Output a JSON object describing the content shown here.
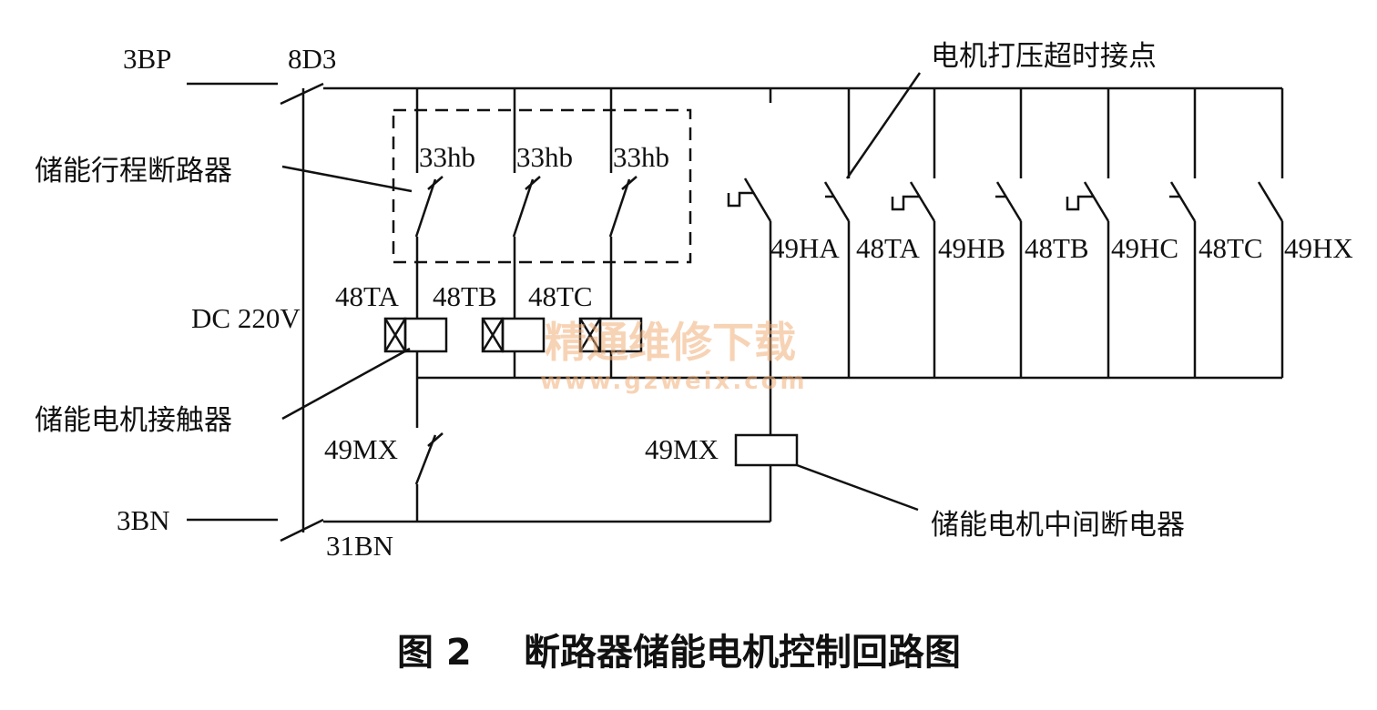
{
  "bus": {
    "pos_source": "3BP",
    "pos_node": "8D3",
    "neg_source": "3BN",
    "neg_node": "31BN",
    "voltage": "DC 220V"
  },
  "limit_switches": {
    "label_a": "33hb",
    "label_b": "33hb",
    "label_c": "33hb"
  },
  "contactors": {
    "a": "48TA",
    "b": "48TB",
    "c": "48TC"
  },
  "relay": {
    "contact_label": "49MX",
    "coil_label": "49MX"
  },
  "right_contacts": [
    "49HA",
    "48TA",
    "49HB",
    "48TB",
    "49HC",
    "48TC",
    "49HX"
  ],
  "annotations": {
    "stroke_limit_switch": "储能行程断路器",
    "motor_contactor": "储能电机接触器",
    "motor_timeout_contact": "电机打压超时接点",
    "motor_intermediate_relay": "储能电机中间断电器"
  },
  "caption": {
    "figure_no": "图 2",
    "title": "断路器储能电机控制回路图"
  },
  "watermark": {
    "cn": "精通维修下载",
    "url": "www.gzweix.com"
  }
}
